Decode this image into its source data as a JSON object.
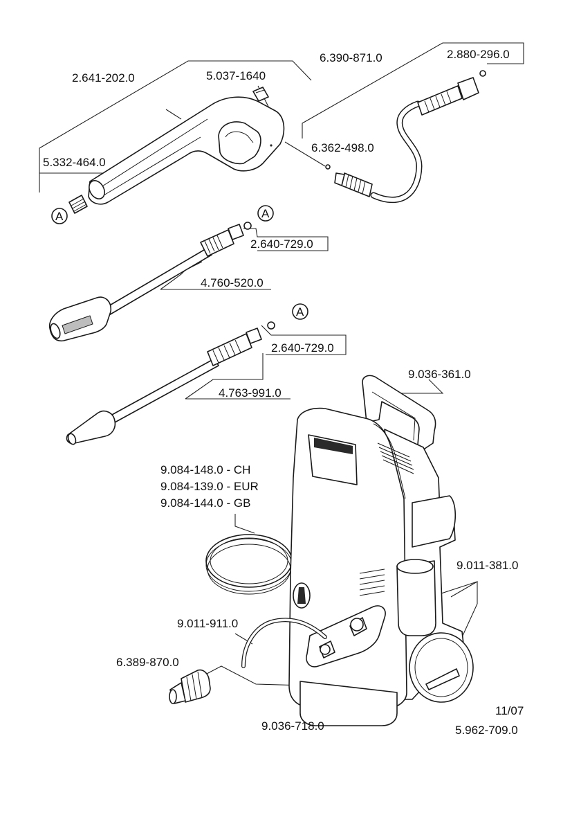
{
  "parts": {
    "gun_handle": "2.641-202.0",
    "clip": "5.037-1640",
    "spring": "5.332-464.0",
    "hp_hose": "6.390-871.0",
    "hose_oring": "2.880-296.0",
    "hose_seal": "6.362-498.0",
    "oring_kit_1": "2.640-729.0",
    "lance_vario": "4.760-520.0",
    "oring_kit_2": "2.640-729.0",
    "lance_rotor": "4.763-991.0",
    "handle": "9.036-361.0",
    "suction_ch": "9.084-148.0 - CH",
    "suction_eur": "9.084-139.0 - EUR",
    "suction_gb": "9.084-144.0 - GB",
    "wheel": "9.011-381.0",
    "suction_hose": "9.011-911.0",
    "coupling": "6.389-870.0",
    "base": "9.036-718.0"
  },
  "marker": "A",
  "footer": {
    "date": "11/07",
    "doc_number": "5.962-709.0"
  }
}
